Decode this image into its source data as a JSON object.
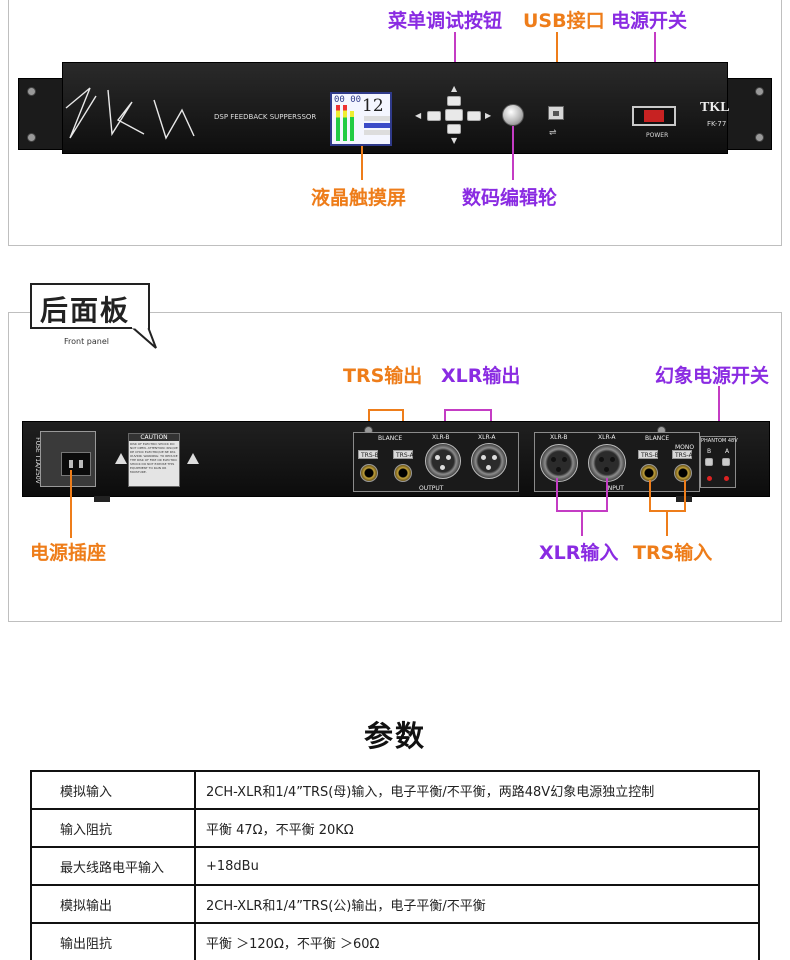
{
  "front": {
    "labels": {
      "menu_buttons": "菜单调试按钮",
      "usb": "USB接口",
      "power_switch": "电源开关",
      "lcd": "液晶触摸屏",
      "encoder": "数码编辑轮"
    },
    "device": {
      "logo": "TKL",
      "model_text": "DSP FEEDBACK SUPPERSSOR",
      "lcd_top": "00 00",
      "lcd_big": "12",
      "power_label": "POWER",
      "brand": "TKL",
      "model": "FK-77"
    }
  },
  "tab": {
    "title": "后面板",
    "subtitle": "Front panel"
  },
  "rear": {
    "labels": {
      "trs_out": "TRS输出",
      "xlr_out": "XLR输出",
      "phantom": "幻象电源开关",
      "power_socket": "电源插座",
      "xlr_in": "XLR输入",
      "trs_in": "TRS输入"
    },
    "device": {
      "fuse": "FUSE T1A/250V",
      "caution": "CAUTION",
      "caution_body": "RISK OF ELECTRIC SHOCK DO NOT OPEN. ATTENTION: RISQUE DE CHOC ELECTRIQUE NE PAS OUVRIR. WARNING: TO REDUCE THE RISK OF FIRE OR ELECTRIC SHOCK DO NOT EXPOSE THIS EQUIPMENT TO RAIN OR MOISTURE.",
      "balance_out": "BLANCE",
      "output": "OUTPUT",
      "xlr_b_out": "XLR-B",
      "xlr_a_out": "XLR-A",
      "trs_b_out": "TRS-B",
      "trs_a_out": "TRS-A",
      "balance_in": "BLANCE",
      "input": "INPUT",
      "xlr_b_in": "XLR-B",
      "xlr_a_in": "XLR-A",
      "mono": "MONO",
      "trs_b_in": "TRS-B",
      "trs_a_in": "TRS-A",
      "phantom": "PHANTOM 48V",
      "ph_b": "B",
      "ph_a": "A"
    }
  },
  "params": {
    "title": "参数",
    "rows": [
      {
        "key": "模拟输入",
        "value": "2CH-XLR和1/4”TRS(母)输入，电子平衡/不平衡，两路48V幻象电源独立控制"
      },
      {
        "key": "输入阻抗",
        "value": "平衡 47Ω，不平衡 20KΩ"
      },
      {
        "key": "最大线路电平输入",
        "value": "+18dBu"
      },
      {
        "key": "模拟输出",
        "value": "2CH-XLR和1/4”TRS(公)输出，电子平衡/不平衡"
      },
      {
        "key": "输出阻抗",
        "value": "平衡 ＞120Ω，不平衡 ＞60Ω"
      }
    ]
  },
  "colors": {
    "purple": "#8a2be2",
    "orange": "#ee7d1a"
  }
}
